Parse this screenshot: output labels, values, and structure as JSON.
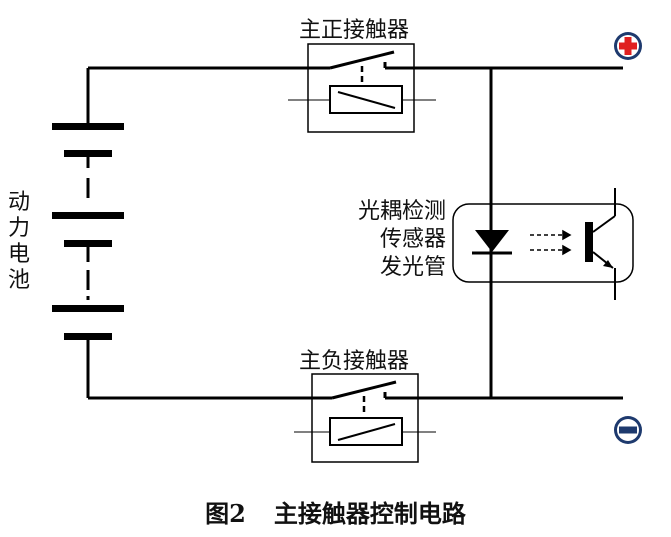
{
  "labels": {
    "main_positive_contactor": "主正接触器",
    "main_negative_contactor": "主负接触器",
    "power_battery": "动力电池",
    "optocoupler_line1": "光耦检测",
    "optocoupler_line2": "传感器",
    "optocoupler_line3": "发光管"
  },
  "caption": {
    "figure_no": "图2",
    "title": "主接触器控制电路"
  },
  "terminals": {
    "positive_icon": "plus-circle-icon",
    "negative_icon": "minus-circle-icon",
    "positive_color": "#e02020",
    "negative_color": "#1e3a6e"
  }
}
